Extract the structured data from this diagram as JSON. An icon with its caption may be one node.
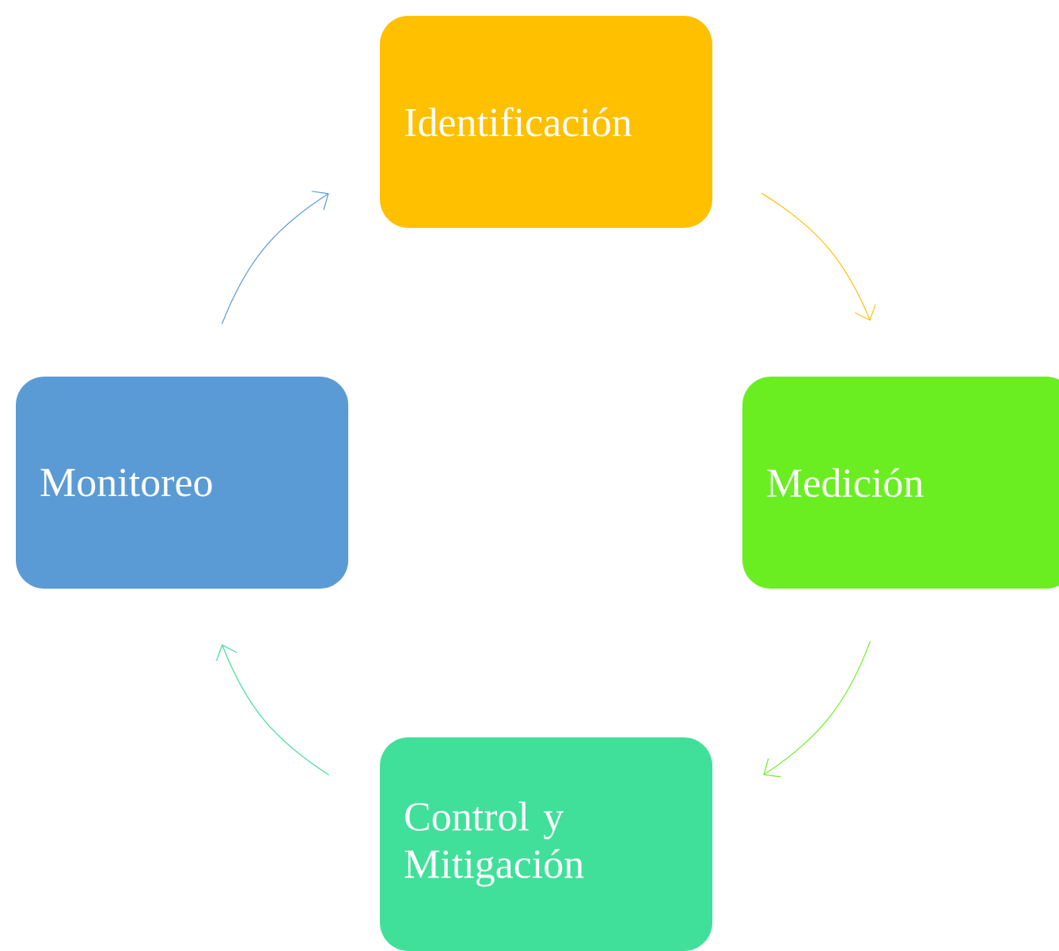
{
  "diagram": {
    "nodes": [
      {
        "text": [
          "Identificación"
        ]
      },
      {
        "text": [
          "Medición"
        ]
      },
      {
        "text": [
          "Control y Mitigación"
        ]
      },
      {
        "text": [
          "Monitoreo"
        ]
      }
    ],
    "edges": [
      {
        "from": 0,
        "to": 1,
        "arrow": "to",
        "color": "#ffc000"
      },
      {
        "from": 1,
        "to": 2,
        "arrow": "to",
        "color": "#6aee22"
      },
      {
        "from": 2,
        "to": 3,
        "arrow": "to",
        "color": "#40e09a"
      },
      {
        "from": 3,
        "to": 0,
        "arrow": "to",
        "color": "#5b9bd5"
      }
    ]
  }
}
